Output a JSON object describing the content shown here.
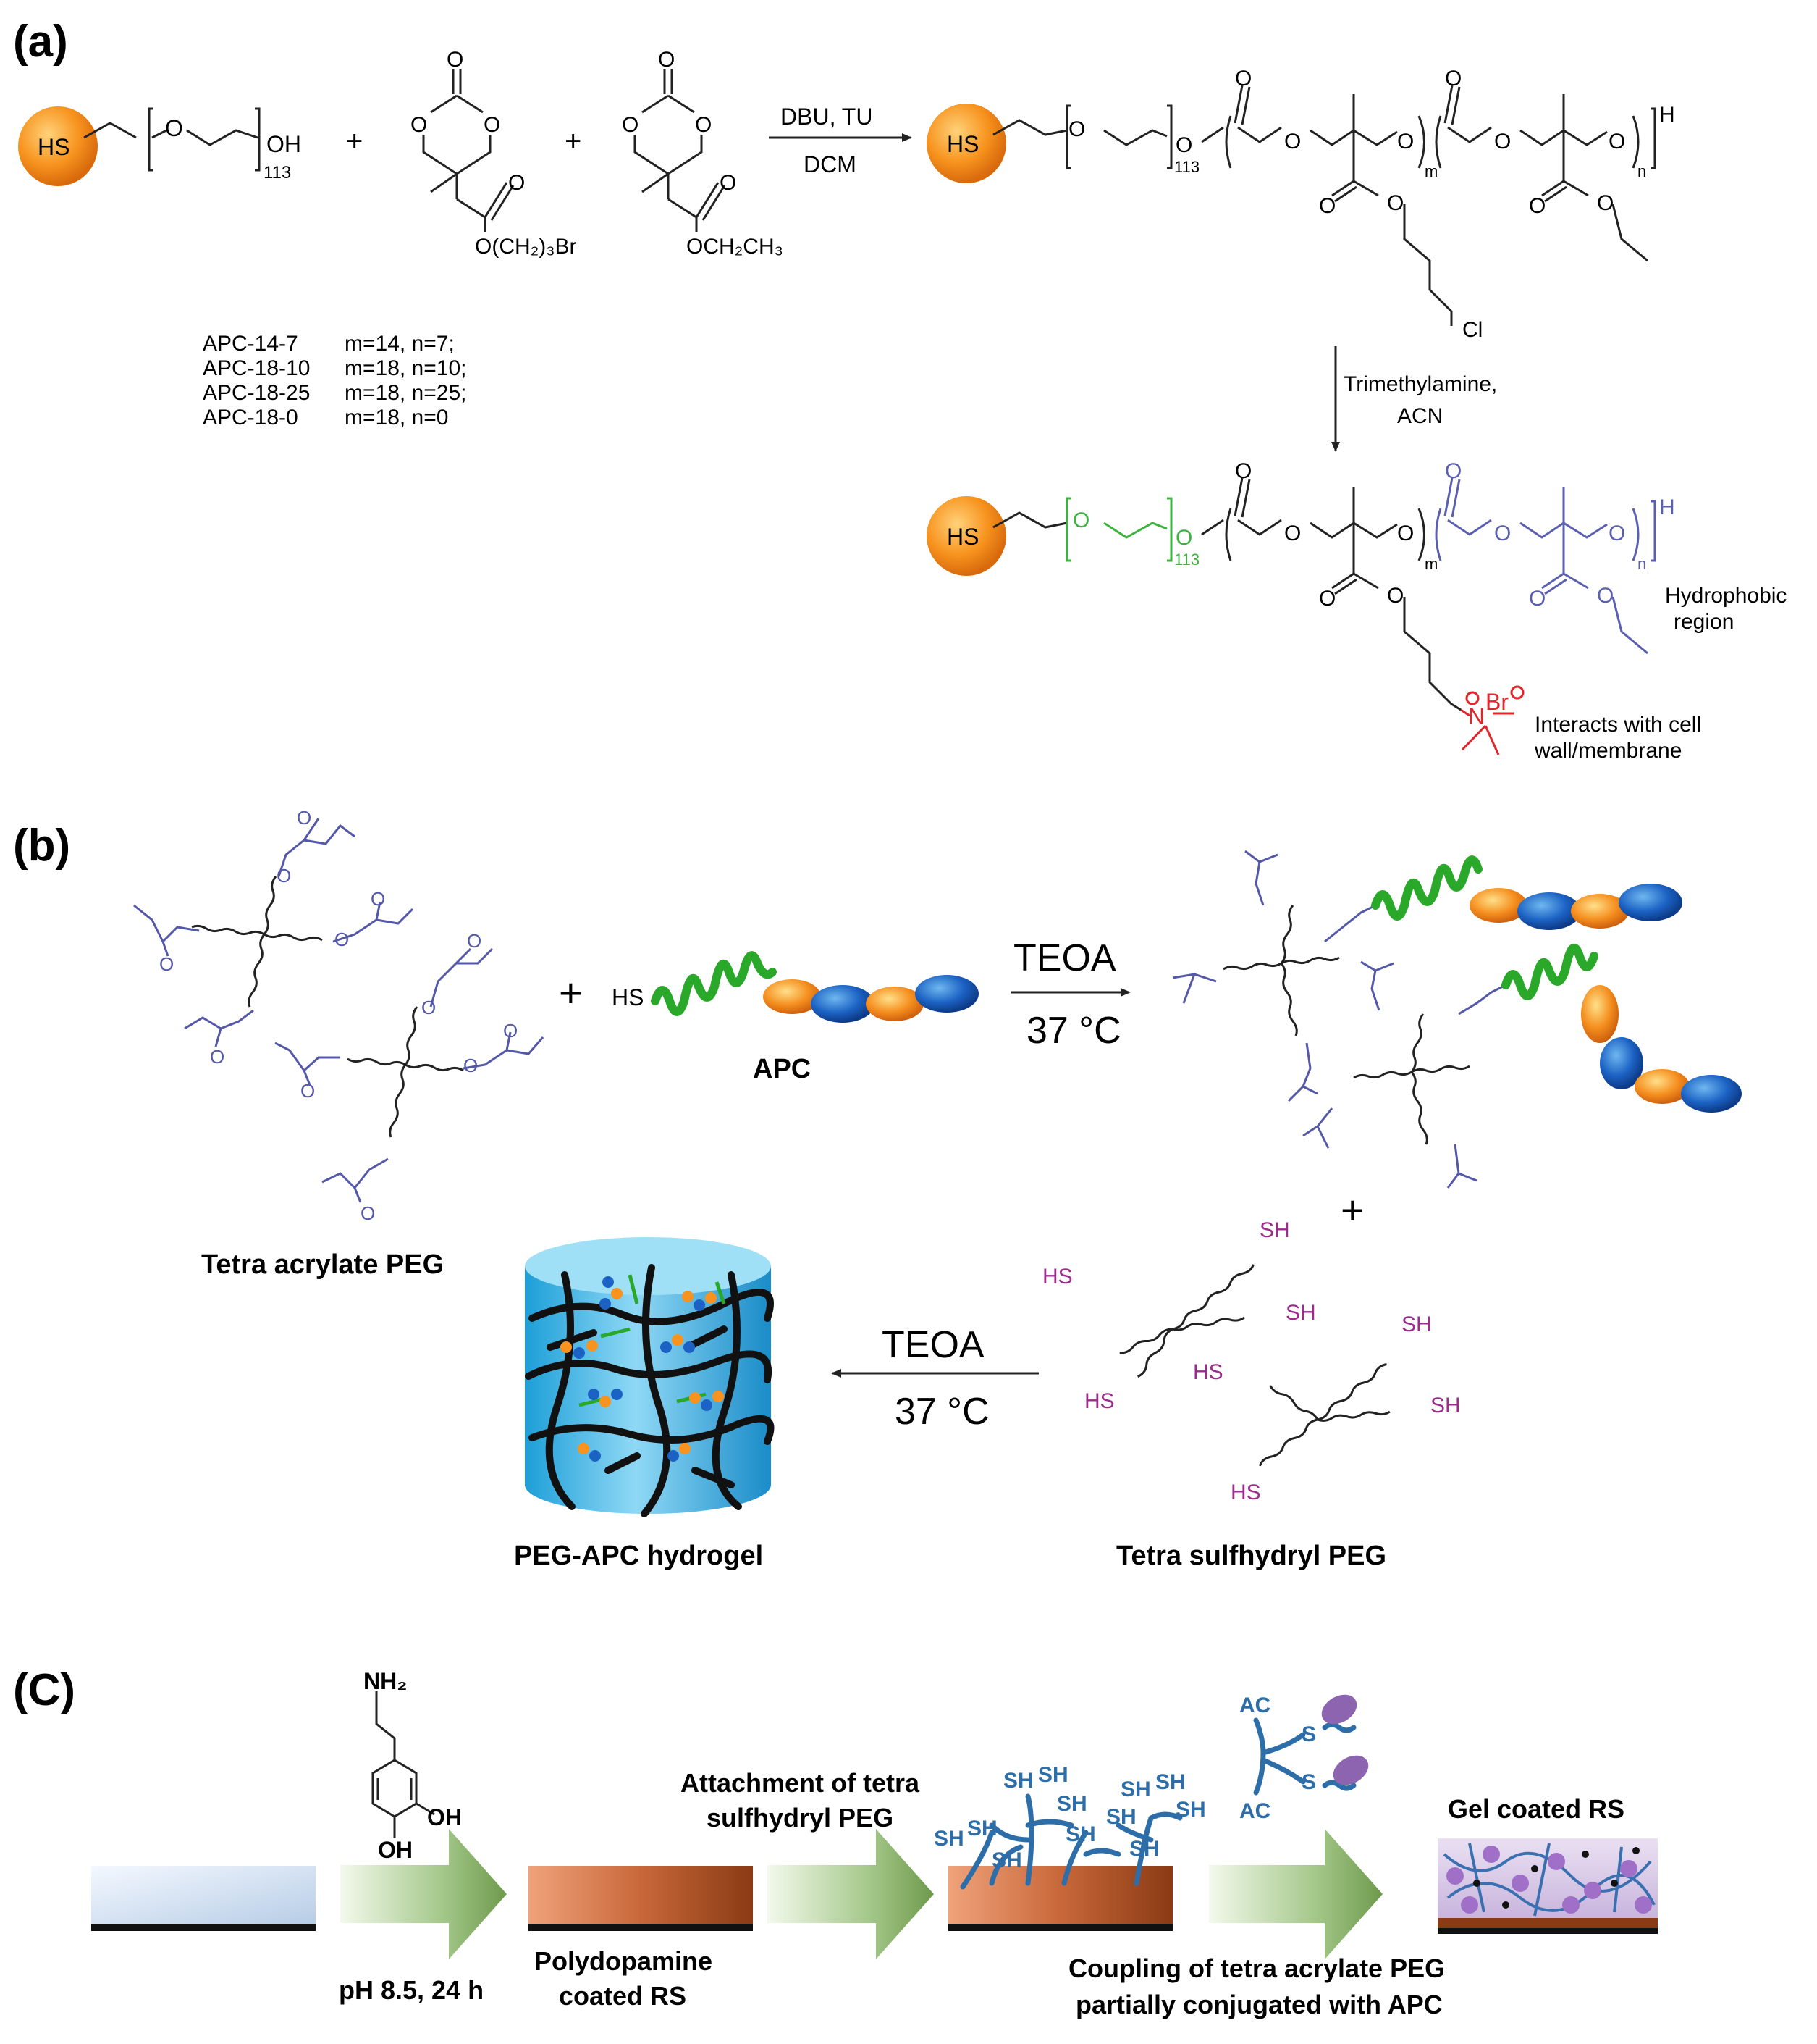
{
  "panel_a": {
    "label": "(a)",
    "hs": "HS",
    "peg_oh": "OH",
    "peg_sub": "113",
    "plus": "+",
    "br_chain": "O(CH₂)₃Br",
    "ethyl_chain": "OCH₂CH₃",
    "reagent_top": "DBU, TU",
    "reagent_bottom": "DCM",
    "chain_end": "H",
    "cl": "Cl",
    "m": "m",
    "n": "n",
    "o": "O",
    "variants": [
      {
        "name": "APC-14-7",
        "params": "m=14, n=7;"
      },
      {
        "name": "APC-18-10",
        "params": "m=18, n=10;"
      },
      {
        "name": "APC-18-25",
        "params": "m=18, n=25;"
      },
      {
        "name": "APC-18-0",
        "params": "m=18, n=0"
      }
    ],
    "reagent2_line1": "Trimethylamine,",
    "reagent2_line2": "ACN",
    "hydrophobic_line1": "Hydrophobic",
    "hydrophobic_line2": "region",
    "nitrogen": "N",
    "bromide": "Br",
    "interacts_line1": "Interacts with cell",
    "interacts_line2": "wall/membrane",
    "colors": {
      "orange": "#f7931e",
      "green": "#3cb33c",
      "blue": "#5b5fb0",
      "red": "#e0262b"
    }
  },
  "panel_b": {
    "label": "(b)",
    "tetra_acrylate": "Tetra acrylate PEG",
    "plus": "+",
    "hs": "HS",
    "apc": "APC",
    "teoa": "TEOA",
    "temp": "37 °C",
    "hydrogel": "PEG-APC hydrogel",
    "tetra_sulfhydryl": "Tetra sulfhydryl PEG",
    "sh": "SH",
    "colors": {
      "acrylate": "#5458a8",
      "thiol": "#9b2c8c"
    }
  },
  "panel_c": {
    "label": "(C)",
    "nh2": "NH₂",
    "oh": "OH",
    "ph_condition": "pH 8.5, 24 h",
    "polydopamine_line1": "Polydopamine",
    "polydopamine_line2": "coated RS",
    "attachment_line1": "Attachment of tetra",
    "attachment_line2": "sulfhydryl PEG",
    "sh": "SH",
    "ac": "AC",
    "s": "S",
    "gel_coated": "Gel coated RS",
    "coupling_line1": "Coupling of tetra acrylate PEG",
    "coupling_line2": "partially conjugated with APC"
  }
}
